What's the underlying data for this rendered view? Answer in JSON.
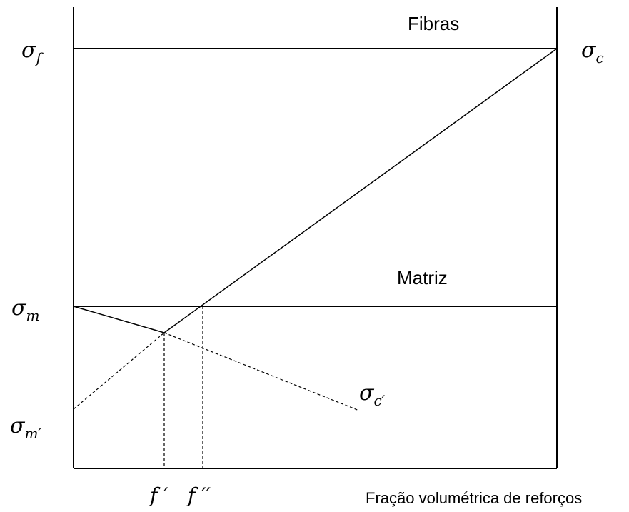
{
  "labels": {
    "fibers": "Fibras",
    "matrix": "Matriz",
    "x_axis_title": "Fração volumétrica de reforços"
  },
  "symbols": {
    "sigma": "σ",
    "sigma_f_sub": "f",
    "sigma_c_sub": "c",
    "sigma_m_sub": "m",
    "sigma_mprime_sub": "m′",
    "sigma_cprime_sub": "c′",
    "f_prime": "f ′",
    "f_double_prime": "f ′′"
  }
}
